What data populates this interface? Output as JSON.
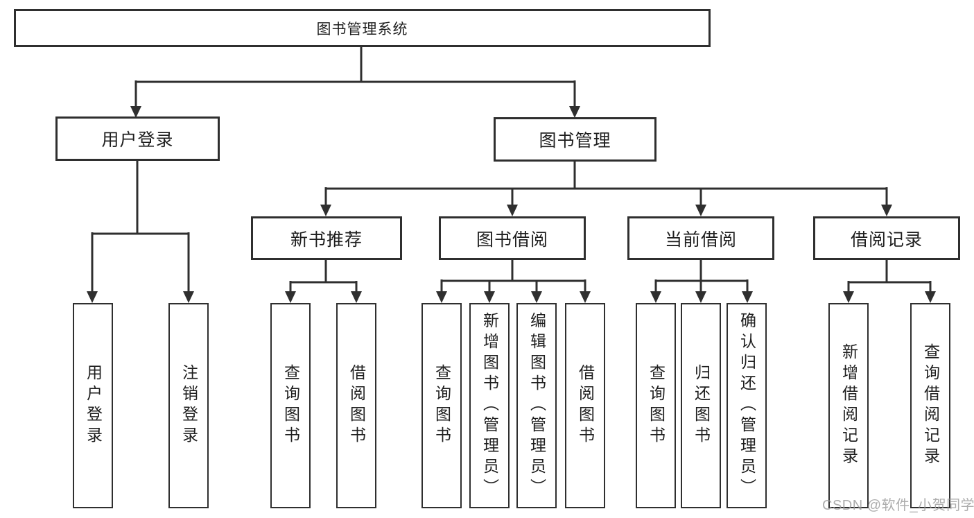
{
  "diagram_title": "图书管理系统",
  "nodes": {
    "root": {
      "label": "图书管理系统"
    },
    "user_login": {
      "label": "用户登录"
    },
    "book_management": {
      "label": "图书管理"
    },
    "new_book_recommend": {
      "label": "新书推荐"
    },
    "book_borrowing": {
      "label": "图书借阅"
    },
    "current_borrowing": {
      "label": "当前借阅"
    },
    "borrowing_records": {
      "label": "借阅记录"
    },
    "leaves": {
      "user_login": {
        "label": "用户登录"
      },
      "logout": {
        "label": "注销登录"
      },
      "recommend_query_books": {
        "label": "查询图书"
      },
      "recommend_borrow_books": {
        "label": "借阅图书"
      },
      "borrowing_query_books": {
        "label": "查询图书"
      },
      "borrowing_add_books": {
        "label": "新增图书（管理员）"
      },
      "borrowing_edit_books": {
        "label": "编辑图书（管理员）"
      },
      "borrowing_borrow_books": {
        "label": "借阅图书"
      },
      "current_query_books": {
        "label": "查询图书"
      },
      "current_return_books": {
        "label": "归还图书"
      },
      "current_confirm_return": {
        "label": "确认归还（管理员）"
      },
      "records_add_record": {
        "label": "新增借阅记录"
      },
      "records_query_record": {
        "label": "查询借阅记录"
      }
    }
  },
  "watermark": {
    "text": "CSDN @软件_小贺同学"
  },
  "colors": {
    "line": "#2f2f2f",
    "text": "#1f1f1f",
    "watermark": "#9b9b9b",
    "background": "#ffffff"
  }
}
